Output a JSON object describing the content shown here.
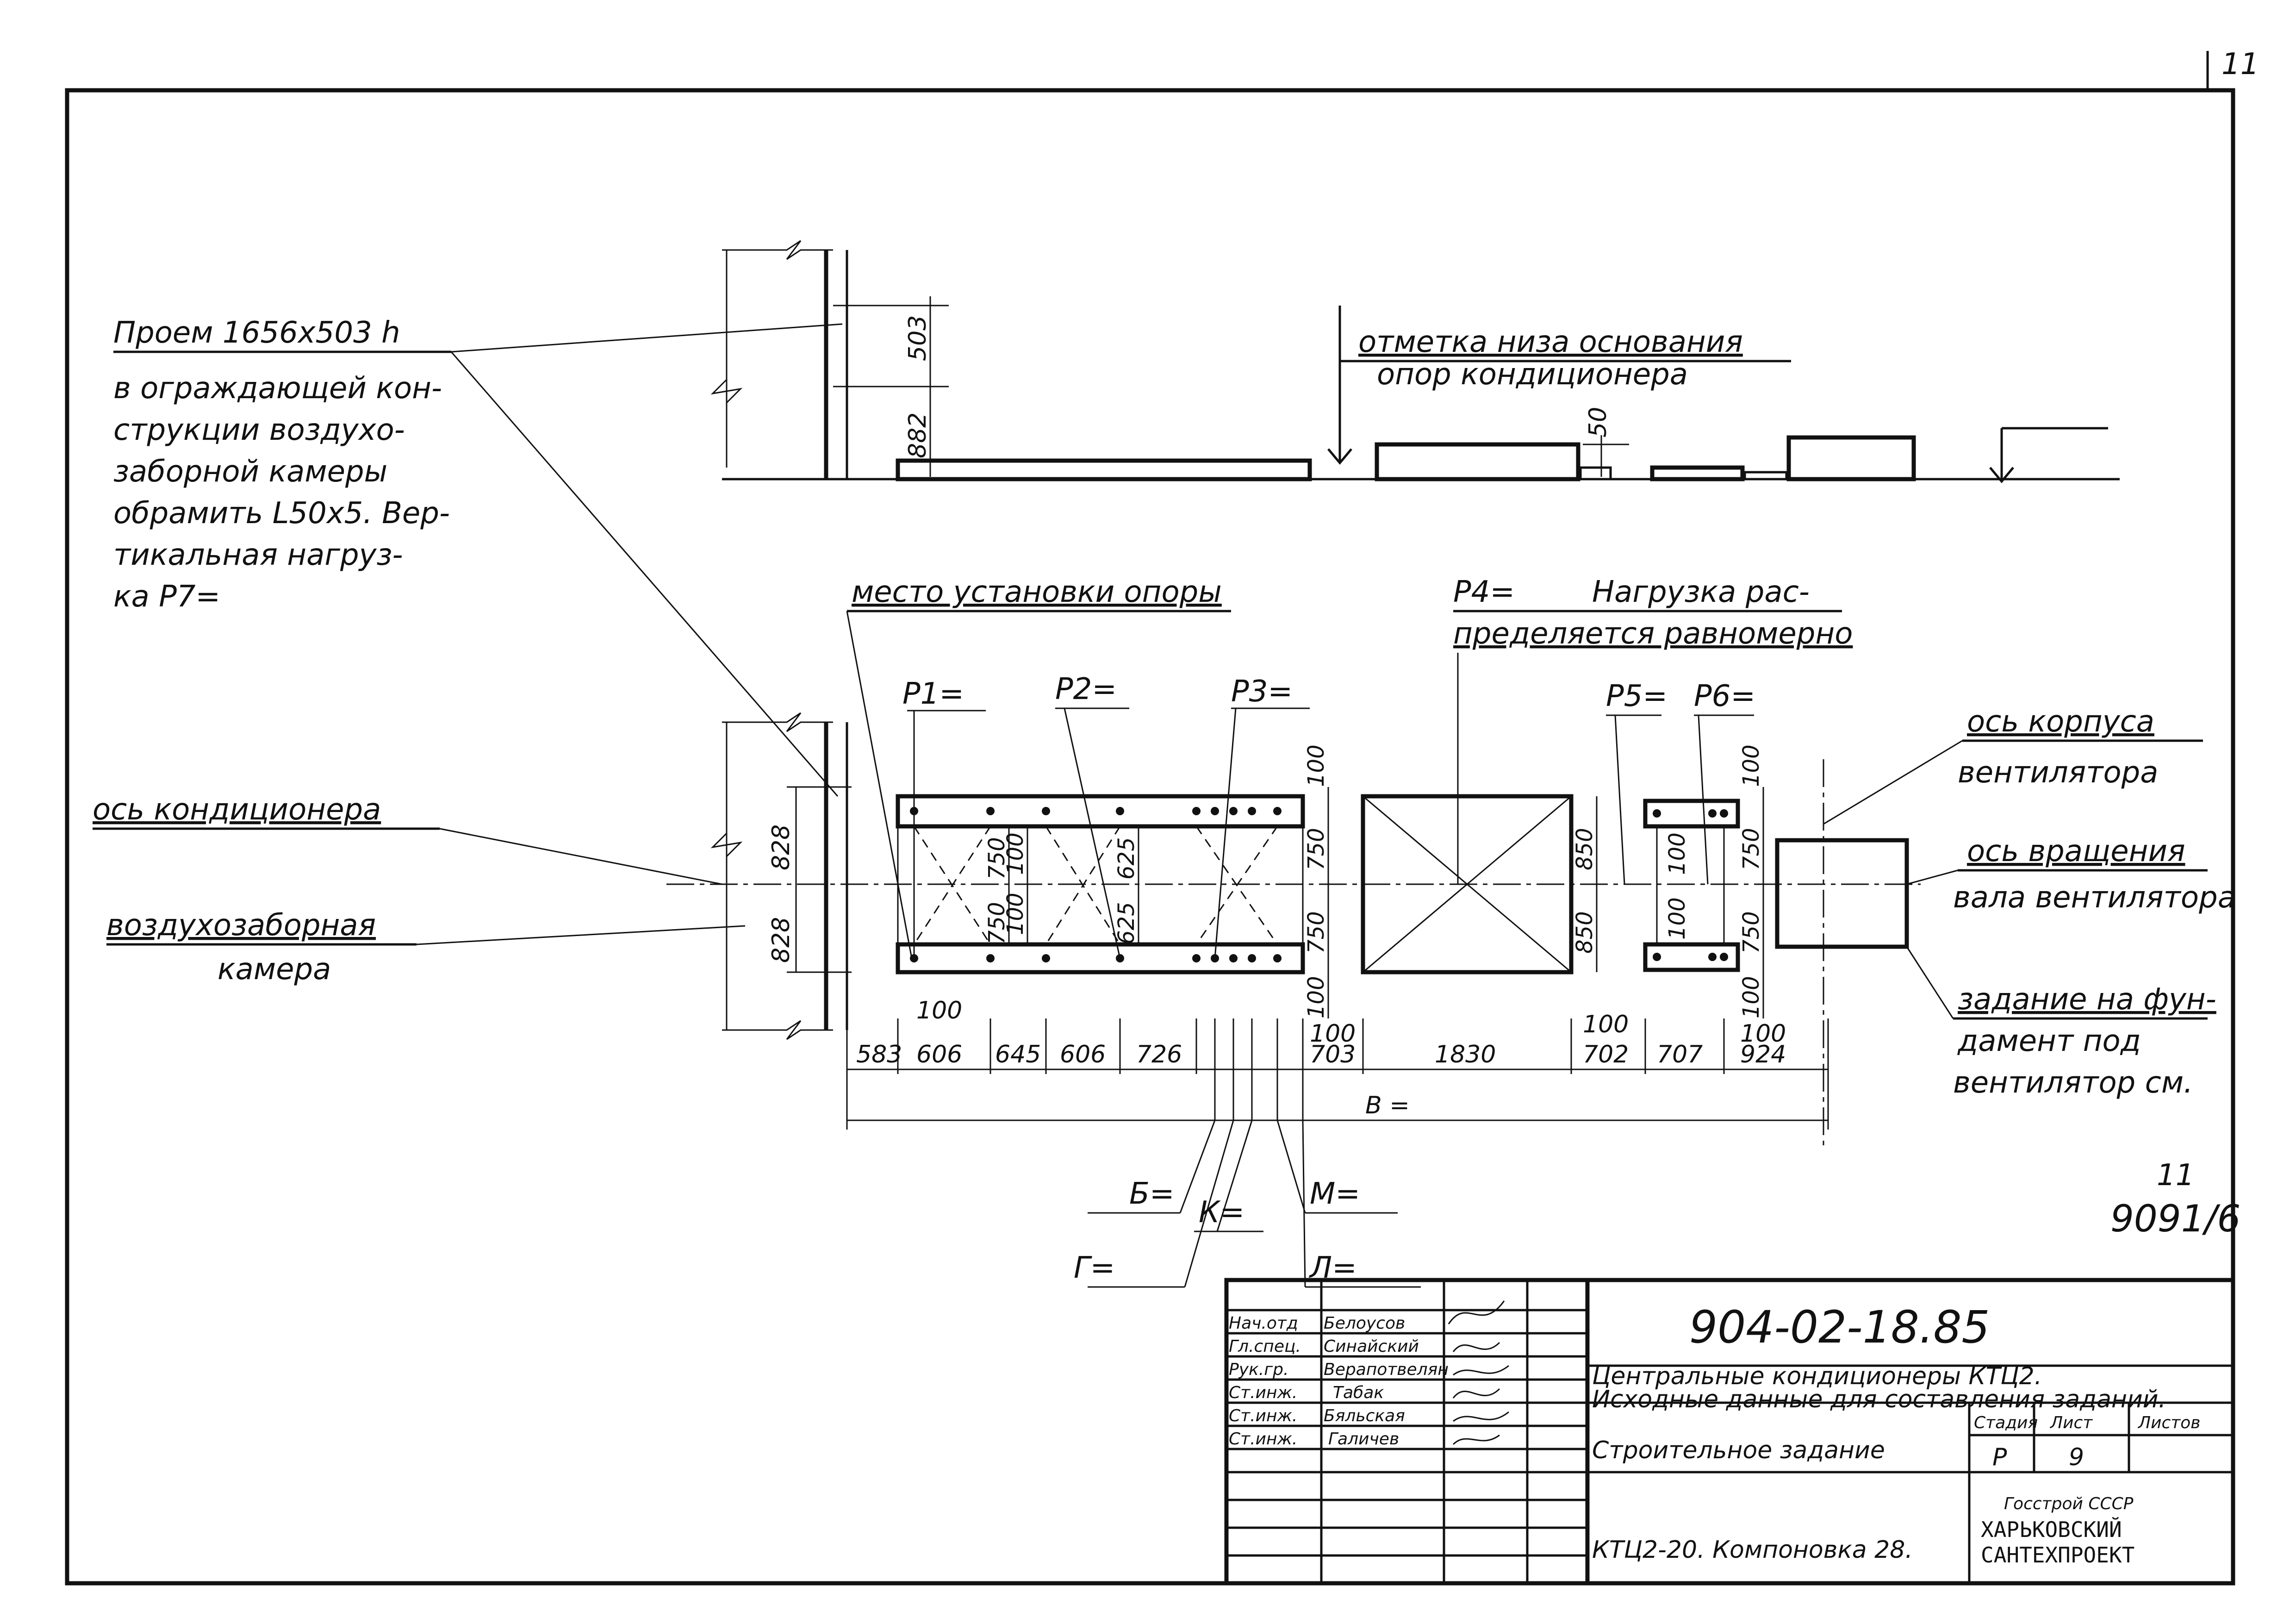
{
  "sheet_number": "11",
  "side_note": {
    "top": "11",
    "bottom": "9091/6"
  },
  "annotations": {
    "opening_title": "Проем 1656х503 h",
    "opening_text": [
      "в ограждающей кон-",
      "струкции воздухо-",
      "заборной камеры",
      "обрамить L50х5. Вер-",
      "тикальная нагруз-",
      "ка P7="
    ],
    "support_base_mark": [
      "отметка низа основания",
      "опор кондиционера"
    ],
    "support_place": "место установки опоры",
    "p4_note": [
      "P4=",
      "Нагрузка рас-",
      "пределяется равномерно"
    ],
    "axis_conditioner": "ось кондиционера",
    "intake_chamber": [
      "воздухозаборная",
      "камера"
    ],
    "fan_case_axis": [
      "ось корпуса",
      "вентилятора"
    ],
    "rotation_axis": [
      "ось вращения",
      "вала вентилятора"
    ],
    "foundation_task": [
      "задание на фун-",
      "дамент под",
      "вентилятор см."
    ]
  },
  "loads": {
    "p1": "P1=",
    "p2": "P2=",
    "p3": "P3=",
    "p5": "P5=",
    "p6": "P6="
  },
  "dimensions": {
    "elev_503": "503",
    "elev_882": "882",
    "elev_50": "50",
    "plan_828a": "828",
    "plan_828b": "828",
    "d100": "100",
    "d750": "750",
    "d625": "625",
    "d850": "850",
    "bottom_chain": [
      "583",
      "606",
      "645",
      "606",
      "726",
      "703",
      "1830",
      "702",
      "707",
      "924"
    ],
    "total_b": "B =",
    "letters": {
      "b": "Б=",
      "g": "Г=",
      "k": "К=",
      "m": "М=",
      "l": "Л="
    }
  },
  "title_block": {
    "rows": [
      {
        "role": "Нач.отд",
        "name": "Белоусов"
      },
      {
        "role": "Гл.спец.",
        "name": "Синайский"
      },
      {
        "role": "Рук.гр.",
        "name": "Верапотвелян"
      },
      {
        "role": "Ст.инж.",
        "name": "Табак"
      },
      {
        "role": "Ст.инж.",
        "name": "Бяльская"
      },
      {
        "role": "Ст.инж.",
        "name": "Галичев"
      }
    ],
    "designation": "904-02-18.85",
    "description": [
      "Центральные кондиционеры КТЦ2.",
      "Исходные данные для составления заданий."
    ],
    "sheet_title": "Строительное задание",
    "drawing_title": "КТЦ2-20. Компоновка 28.",
    "stage_label": "Стадия",
    "sheet_label": "Лист",
    "sheets_label": "Листов",
    "stage": "Р",
    "sheet": "9",
    "org": [
      "Госстрой СССР",
      "ХАРЬКОВСКИЙ",
      "САНТЕХПРОЕКТ"
    ]
  }
}
